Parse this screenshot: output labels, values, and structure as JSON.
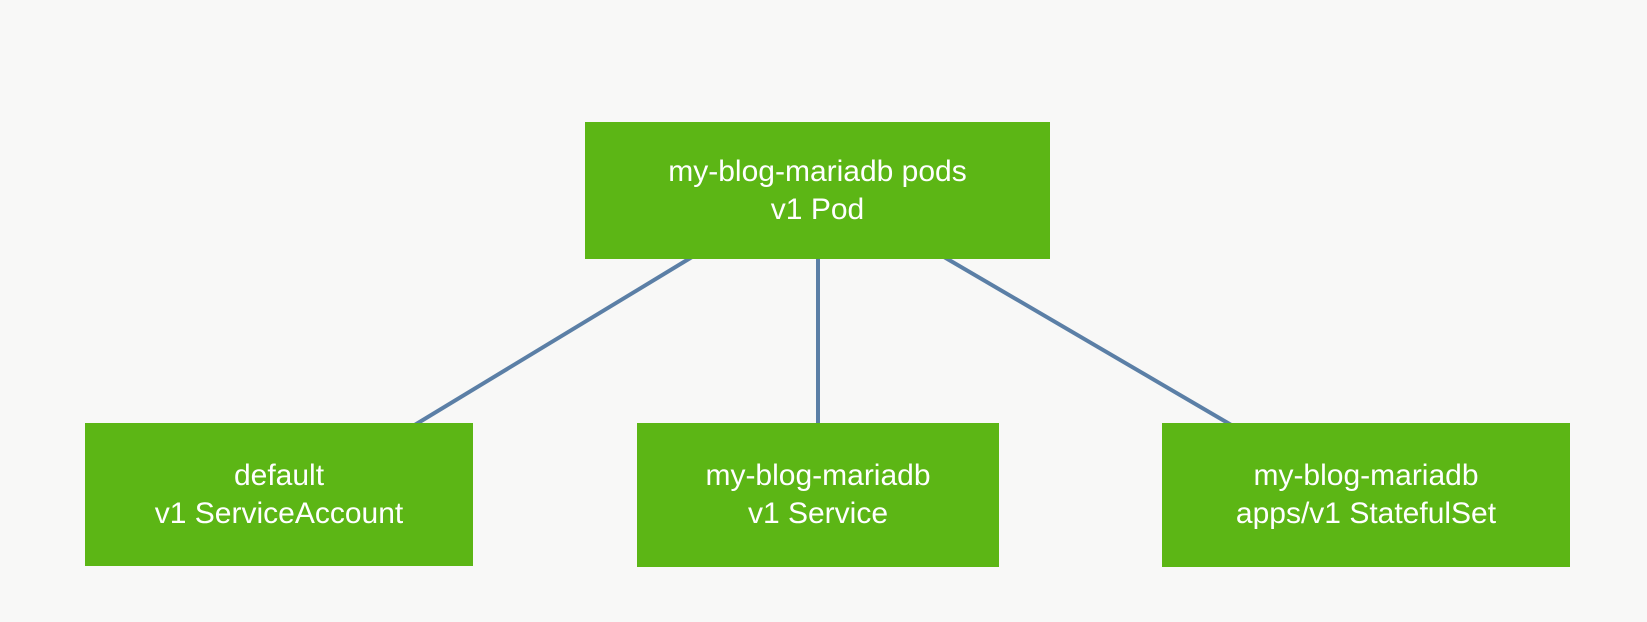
{
  "diagram": {
    "type": "kubernetes-resource-graph",
    "colors": {
      "background": "#f8f8f7",
      "node_fill": "#5cb615",
      "node_text": "#ffffff",
      "edge": "#5b7fa6"
    },
    "nodes": [
      {
        "id": "pod",
        "name": "my-blog-mariadb pods",
        "kind": "v1 Pod"
      },
      {
        "id": "serviceaccount",
        "name": "default",
        "kind": "v1 ServiceAccount"
      },
      {
        "id": "service",
        "name": "my-blog-mariadb",
        "kind": "v1 Service"
      },
      {
        "id": "statefulset",
        "name": "my-blog-mariadb",
        "kind": "apps/v1 StatefulSet"
      }
    ],
    "edges": [
      {
        "from": "pod",
        "to": "serviceaccount"
      },
      {
        "from": "pod",
        "to": "service"
      },
      {
        "from": "pod",
        "to": "statefulset"
      }
    ]
  }
}
